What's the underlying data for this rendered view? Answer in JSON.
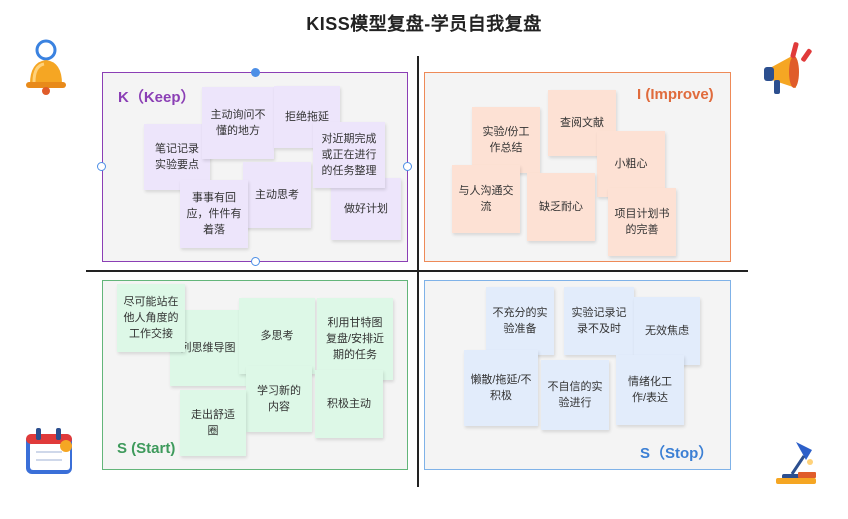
{
  "title": "KISS模型复盘-学员自我复盘",
  "quadrants": {
    "keep": {
      "label": "K（Keep）",
      "color": "#8b3fb5",
      "notes": [
        "主动询问不懂的地方",
        "拒绝拖延",
        "笔记记录实验要点",
        "对近期完成或正在进行的任务整理",
        "主动思考",
        "事事有回应，件件有着落",
        "做好计划"
      ]
    },
    "improve": {
      "label": "I (Improve)",
      "color": "#e06b3c",
      "notes": [
        "查阅文献",
        "实验/份工作总结",
        "小粗心",
        "与人沟通交流",
        "缺乏耐心",
        "项目计划书的完善"
      ]
    },
    "start": {
      "label": "S (Start)",
      "color": "#3e9a5c",
      "notes": [
        "尽可能站在他人角度的工作交接",
        "列思维导图",
        "多思考",
        "利用甘特图复盘/安排近期的任务",
        "学习新的内容",
        "积极主动",
        "走出舒适圈"
      ]
    },
    "stop": {
      "label": "S（Stop）",
      "color": "#3b7fd4",
      "notes": [
        "不充分的实验准备",
        "实验记录记录不及时",
        "无效焦虑",
        "懒散/拖延/不积极",
        "不自信的实验进行",
        "情绪化工作/表达"
      ]
    }
  },
  "decorations": [
    "bell-icon",
    "megaphone-icon",
    "calendar-icon",
    "desk-lamp-icon"
  ]
}
